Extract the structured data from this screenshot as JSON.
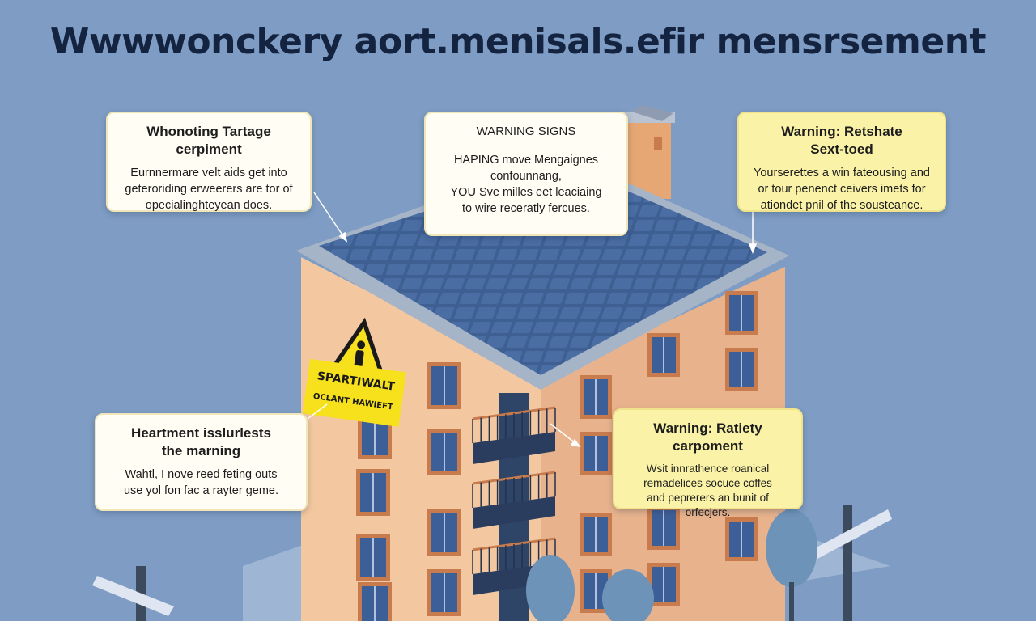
{
  "title": "Wwwwonckery aort.menisals.efir mensrsement",
  "callouts": [
    {
      "heading": "Whonoting Tartage\ncerpiment",
      "body": "Eurnnermare velt aids get into\ngeteroriding erweerers are tor of\nopecialinghteyean does.",
      "style": "white"
    },
    {
      "heading": "WARNING SIGNS",
      "body": "HAPING move Mengaignes\nconfounnang,\nYOU Sve milles eet leaciaing\nto wire receratly fercues.",
      "style": "white"
    },
    {
      "heading": "Warning: Retshate\nSext-toed",
      "body": "Yourserettes a win fateousing and\nor tour penenct ceivers imets for\nationdet pnil of the sousteance.",
      "style": "yellow"
    },
    {
      "heading": "Heartment isslurlests\nthe marning",
      "body": "Wahtl, I nove reed feting outs\nuse yol fon fac a rayter geme.",
      "style": "white"
    },
    {
      "heading": "Warning: Ratiety\ncarpoment",
      "body": "Wsit innrathence roanical\nremadelices socuce coffes\nand peprerers an bunit of\norfecjers.",
      "style": "yellow"
    }
  ],
  "sign": {
    "line1": "SPARTIWALT",
    "line2": "OCLANT HAWIEFT"
  },
  "colors": {
    "background": "#7f9dc4",
    "wall": "#f3c8a1",
    "wall_shade": "#e5b48b",
    "window_frame": "#c87b4d",
    "roof": "#3e5f92",
    "sign": "#f7e11d",
    "callout_white": "#fffdf4",
    "callout_yellow": "#faf3a7"
  }
}
